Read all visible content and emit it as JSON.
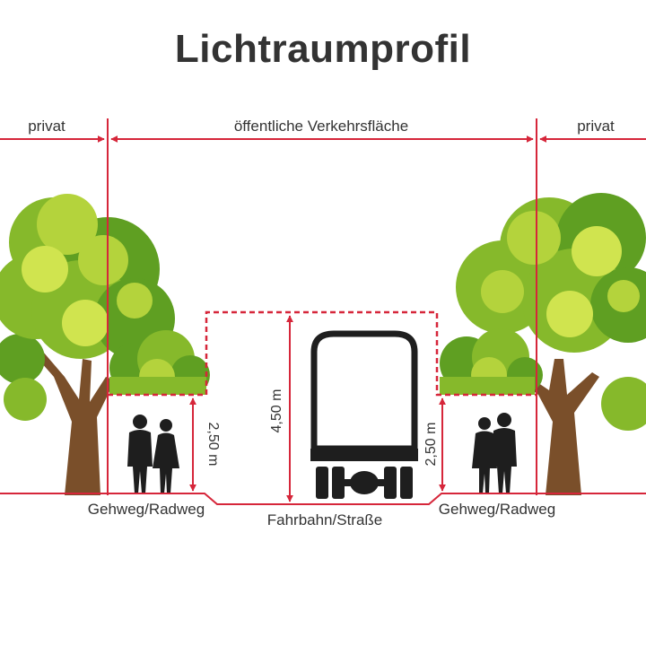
{
  "title": "Lichtraumprofil",
  "labels": {
    "private_left": "privat",
    "public_area": "öffentliche Verkehrsfläche",
    "private_right": "privat",
    "sidewalk_left": "Gehweg/Radweg",
    "road": "Fahrbahn/Straße",
    "sidewalk_right": "Gehweg/Radweg",
    "height_sidewalk_left": "2,50 m",
    "height_road": "4,50 m",
    "height_sidewalk_right": "2,50 m"
  },
  "colors": {
    "accent_red": "#d6263a",
    "text": "#333333",
    "silhouette": "#1e1e1e",
    "trunk": "#7a4f2a",
    "foliage_dark": "#5f9f22",
    "foliage_mid": "#86b92b",
    "foliage_light": "#b4d33c",
    "foliage_pale": "#d0e44f"
  },
  "icons": {
    "tree_left": "tree-icon",
    "tree_right": "tree-icon",
    "bush_left": "bush-icon",
    "bush_right": "bush-icon",
    "pedestrians_left": "pedestrian-couple-icon",
    "pedestrians_right": "pedestrian-couple-icon",
    "vehicle": "truck-front-icon"
  }
}
